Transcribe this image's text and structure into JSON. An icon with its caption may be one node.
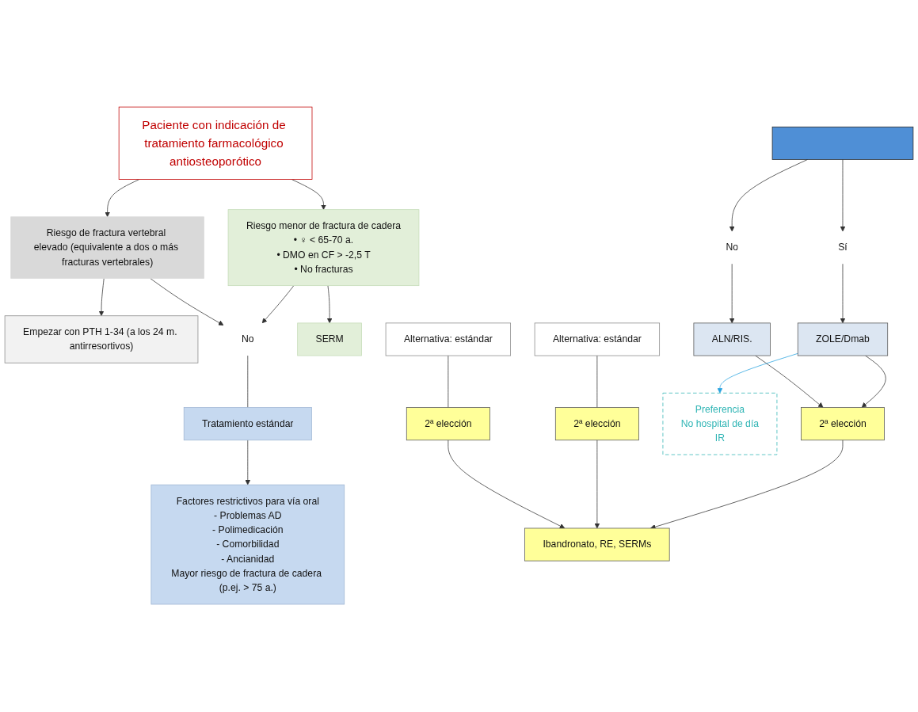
{
  "diagram": {
    "nodes": [
      {
        "text": [
          "Paciente con indicación de tratamiento farmacológico antiosteoporótico"
        ]
      },
      {
        "text": [
          "Riesgo de fractura vertebral elevado (equivalente a dos o más fracturas vertebrales)"
        ]
      },
      {
        "text": [
          "No"
        ]
      },
      {
        "text": [
          "Riesgo menor de fractura de cadera",
          "• ♀ < 65-70 a.",
          "• DMO en CF > -2,5 T",
          "• No fracturas"
        ]
      },
      {
        "text": [
          "Tratamiento estándar"
        ]
      },
      {
        "text": [
          "Empezar con PTH 1-34 (a los 24 m. antirresortivos)"
        ]
      },
      {
        "text": [
          "Alternativa: estándar"
        ]
      },
      {
        "text": [
          "Factores restrictivos para vía oral",
          "- Problemas AD",
          "- Polimedicación",
          "- Comorbilidad",
          "- Ancianidad",
          "Mayor riesgo de fractura de cadera (p.ej. > 75 a.)"
        ]
      },
      {
        "text": [
          "SERM"
        ]
      },
      {
        "text": [
          "Alternativa: estándar"
        ]
      },
      {
        "text": [],
        "shape": "bar"
      },
      {
        "text": [
          "No"
        ]
      },
      {
        "text": [
          "Sí"
        ]
      },
      {
        "text": [
          "ALN/RIS."
        ]
      },
      {
        "text": [
          "ZOLE/Dmab"
        ]
      },
      {
        "text": [
          "2ª elección"
        ]
      },
      {
        "text": [
          "2ª elección"
        ]
      },
      {
        "text": [
          "Preferencia",
          "No hospital de día",
          "IR"
        ]
      },
      {
        "text": [
          "2ª elección"
        ]
      },
      {
        "text": [
          "Ibandronato, RE, SERMs"
        ]
      }
    ],
    "edges": [
      {
        "from": 0,
        "to": 1,
        "arrow": "to"
      },
      {
        "from": 0,
        "to": 3,
        "arrow": "to"
      },
      {
        "from": 1,
        "to": 2,
        "arrow": "to"
      },
      {
        "from": 3,
        "to": 2,
        "arrow": "to"
      },
      {
        "from": 2,
        "to": 4,
        "arrow": "none"
      },
      {
        "from": 1,
        "to": 5,
        "arrow": "to"
      },
      {
        "from": 4,
        "to": 7,
        "arrow": "to"
      },
      {
        "from": 3,
        "to": 8,
        "arrow": "to"
      },
      {
        "from": 10,
        "to": 11,
        "arrow": "to"
      },
      {
        "from": 10,
        "to": 12,
        "arrow": "to"
      },
      {
        "from": 11,
        "to": 13,
        "arrow": "to"
      },
      {
        "from": 12,
        "to": 14,
        "arrow": "to"
      },
      {
        "from": 13,
        "to": 16,
        "arrow": "to"
      },
      {
        "from": 14,
        "to": 16,
        "arrow": "to"
      },
      {
        "from": 14,
        "to": 17,
        "arrow": "to",
        "color": "#29a3e0"
      },
      {
        "from": 6,
        "to": 15,
        "arrow": "none"
      },
      {
        "from": 15,
        "to": 19,
        "arrow": "to"
      },
      {
        "from": 9,
        "to": 18,
        "arrow": "none"
      },
      {
        "from": 18,
        "to": 19,
        "arrow": "to"
      },
      {
        "from": 16,
        "to": 19,
        "arrow": "to"
      }
    ]
  }
}
